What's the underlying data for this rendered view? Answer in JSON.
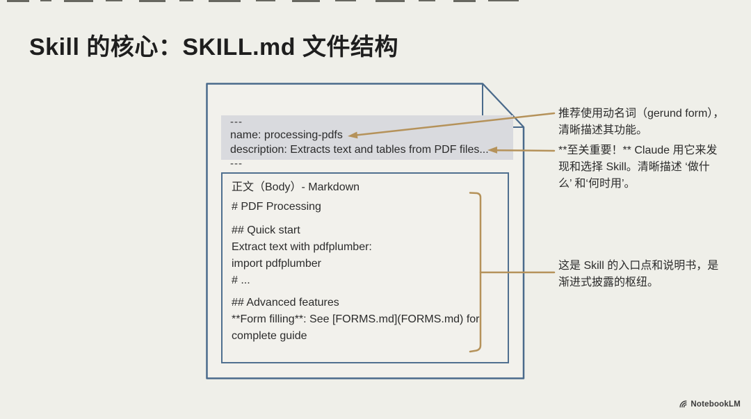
{
  "slide": {
    "title": "Skill 的核心：SKILL.md 文件结构"
  },
  "colors": {
    "background": "#efefe9",
    "document_outline": "#4f6f8f",
    "frontmatter_background": "#d9dade",
    "annotation_accent": "#b5925a",
    "text": "#2b2b2b"
  },
  "document": {
    "frontmatter": {
      "delimiter_top": "---",
      "name_line": "name: processing-pdfs",
      "description_line": "description: Extracts text and tables from PDF files...",
      "delimiter_bottom": "---"
    },
    "body": {
      "label": "正文（Body）- Markdown",
      "lines": [
        "# PDF Processing",
        "## Quick start",
        "Extract text with pdfplumber:",
        "import pdfplumber",
        "# ...",
        "## Advanced features",
        "**Form filling**: See [FORMS.md](FORMS.md) for",
        "complete guide"
      ]
    }
  },
  "annotations": [
    {
      "target": "name_line",
      "lines": [
        "推荐使用动名词（gerund form），",
        "清晰描述其功能。"
      ]
    },
    {
      "target": "description_line",
      "lines": [
        "**至关重要！** Claude 用它来发",
        "现和选择 Skill。清晰描述 ‘做什",
        "么’ 和‘何时用’。"
      ]
    },
    {
      "target": "body",
      "lines": [
        "这是 Skill 的入口点和说明书，是",
        "渐进式披露的枢纽。"
      ]
    }
  ],
  "footer": {
    "brand": "NotebookLM"
  }
}
